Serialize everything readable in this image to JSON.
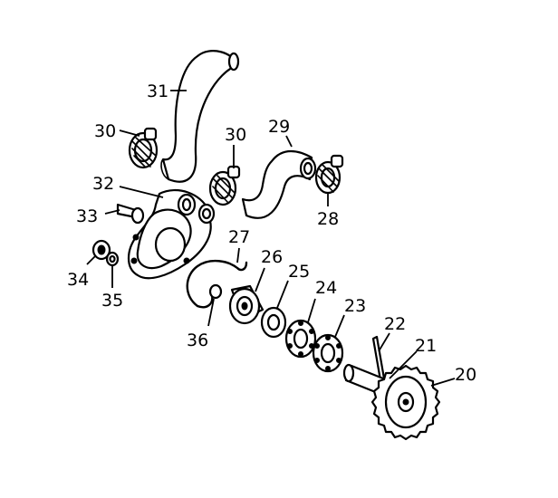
{
  "callouts": {
    "c20": "20",
    "c21": "21",
    "c22": "22",
    "c23": "23",
    "c24": "24",
    "c25": "25",
    "c26": "26",
    "c27": "27",
    "c28": "28",
    "c29": "29",
    "c30a": "30",
    "c30b": "30",
    "c31": "31",
    "c32": "32",
    "c33": "33",
    "c34": "34",
    "c35": "35",
    "c36": "36"
  }
}
